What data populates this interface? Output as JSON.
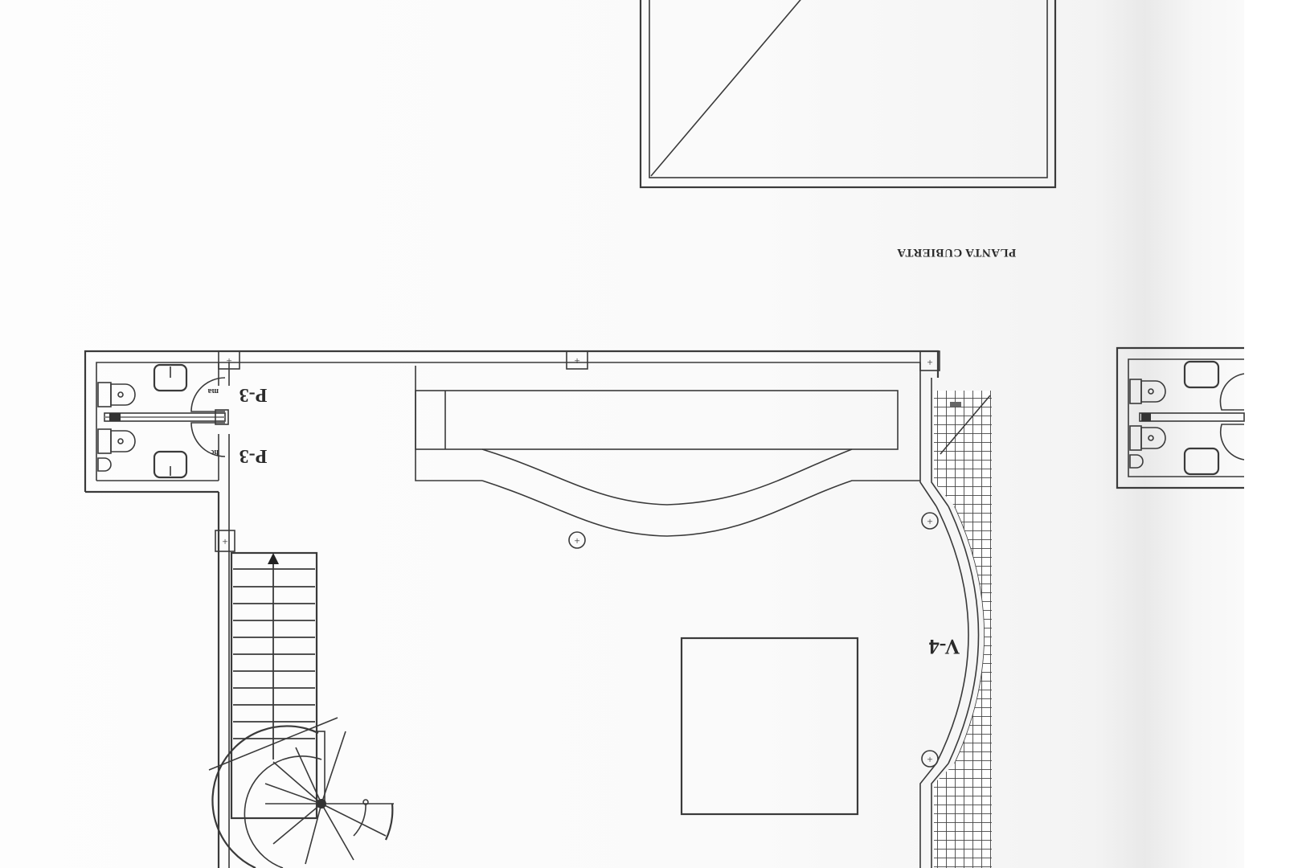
{
  "document": {
    "type": "architectural floor plan (scanned, rotated 180°)",
    "colors": {
      "paper": "#fbfbfb",
      "ink": "#3a3a3a",
      "shadow": "#e9e9e9"
    }
  },
  "labels": {
    "plan_title": "PLANTA CUBIERTA",
    "door_upper": "P-3",
    "door_upper_suffix": "ma",
    "door_lower": "P-3",
    "door_lower_suffix": "hc",
    "window": "V-4"
  },
  "elements": {
    "roof_plan": "roof plan rectangle with diagonal line",
    "restrooms": "two restroom stalls with toilets and sinks",
    "staircase": "straight staircase with up arrow (12 treads)",
    "spiral_staircase": "spiral staircase",
    "bar_counter": "curved bar counter",
    "terrace": "grid-hatched terrace strip",
    "column_markers": [
      "+",
      "+",
      "+",
      "+"
    ],
    "light_points": [
      "⊕",
      "⊕",
      "⊕"
    ],
    "square_feature": "square feature in main hall",
    "partial_plan_right": "duplicate restroom block cut off at sheet edge"
  }
}
